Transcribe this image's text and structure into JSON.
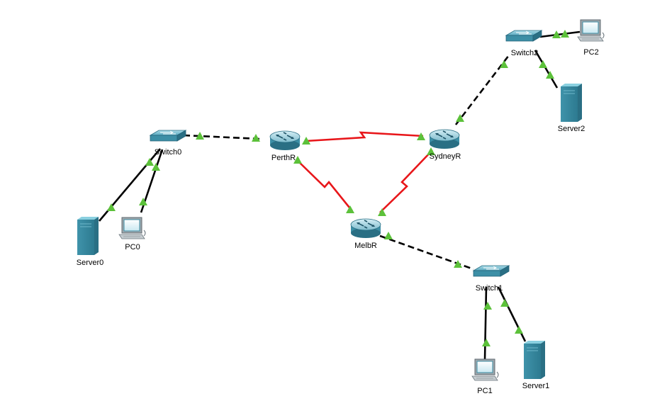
{
  "topology": {
    "devices": [
      {
        "id": "switch0",
        "name": "Switch0",
        "type": "switch"
      },
      {
        "id": "switch1",
        "name": "Switch1",
        "type": "switch"
      },
      {
        "id": "switch2",
        "name": "Switch2",
        "type": "switch"
      },
      {
        "id": "perth",
        "name": "PerthR",
        "type": "router"
      },
      {
        "id": "sydney",
        "name": "SydneyR",
        "type": "router"
      },
      {
        "id": "melb",
        "name": "MelbR",
        "type": "router"
      },
      {
        "id": "server0",
        "name": "Server0",
        "type": "server"
      },
      {
        "id": "server1",
        "name": "Server1",
        "type": "server"
      },
      {
        "id": "server2",
        "name": "Server2",
        "type": "server"
      },
      {
        "id": "pc0",
        "name": "PC0",
        "type": "pc"
      },
      {
        "id": "pc1",
        "name": "PC1",
        "type": "pc"
      },
      {
        "id": "pc2",
        "name": "PC2",
        "type": "pc"
      }
    ],
    "links": [
      {
        "from": "switch0",
        "to": "perth",
        "kind": "crossover"
      },
      {
        "from": "switch0",
        "to": "server0",
        "kind": "straight"
      },
      {
        "from": "switch0",
        "to": "pc0",
        "kind": "straight"
      },
      {
        "from": "perth",
        "to": "sydney",
        "kind": "serial"
      },
      {
        "from": "perth",
        "to": "melb",
        "kind": "serial"
      },
      {
        "from": "sydney",
        "to": "melb",
        "kind": "serial"
      },
      {
        "from": "sydney",
        "to": "switch2",
        "kind": "crossover"
      },
      {
        "from": "switch2",
        "to": "pc2",
        "kind": "straight"
      },
      {
        "from": "switch2",
        "to": "server2",
        "kind": "straight"
      },
      {
        "from": "melb",
        "to": "switch1",
        "kind": "crossover"
      },
      {
        "from": "switch1",
        "to": "pc1",
        "kind": "straight"
      },
      {
        "from": "switch1",
        "to": "server1",
        "kind": "straight"
      }
    ],
    "colors": {
      "straight": "#000000",
      "crossover": "#000000",
      "serial": "#e8161a",
      "link_up": "#5cc13a",
      "device_body": "#3d8fa6",
      "device_dark": "#2a6f84",
      "device_light": "#8ad0e0"
    }
  }
}
